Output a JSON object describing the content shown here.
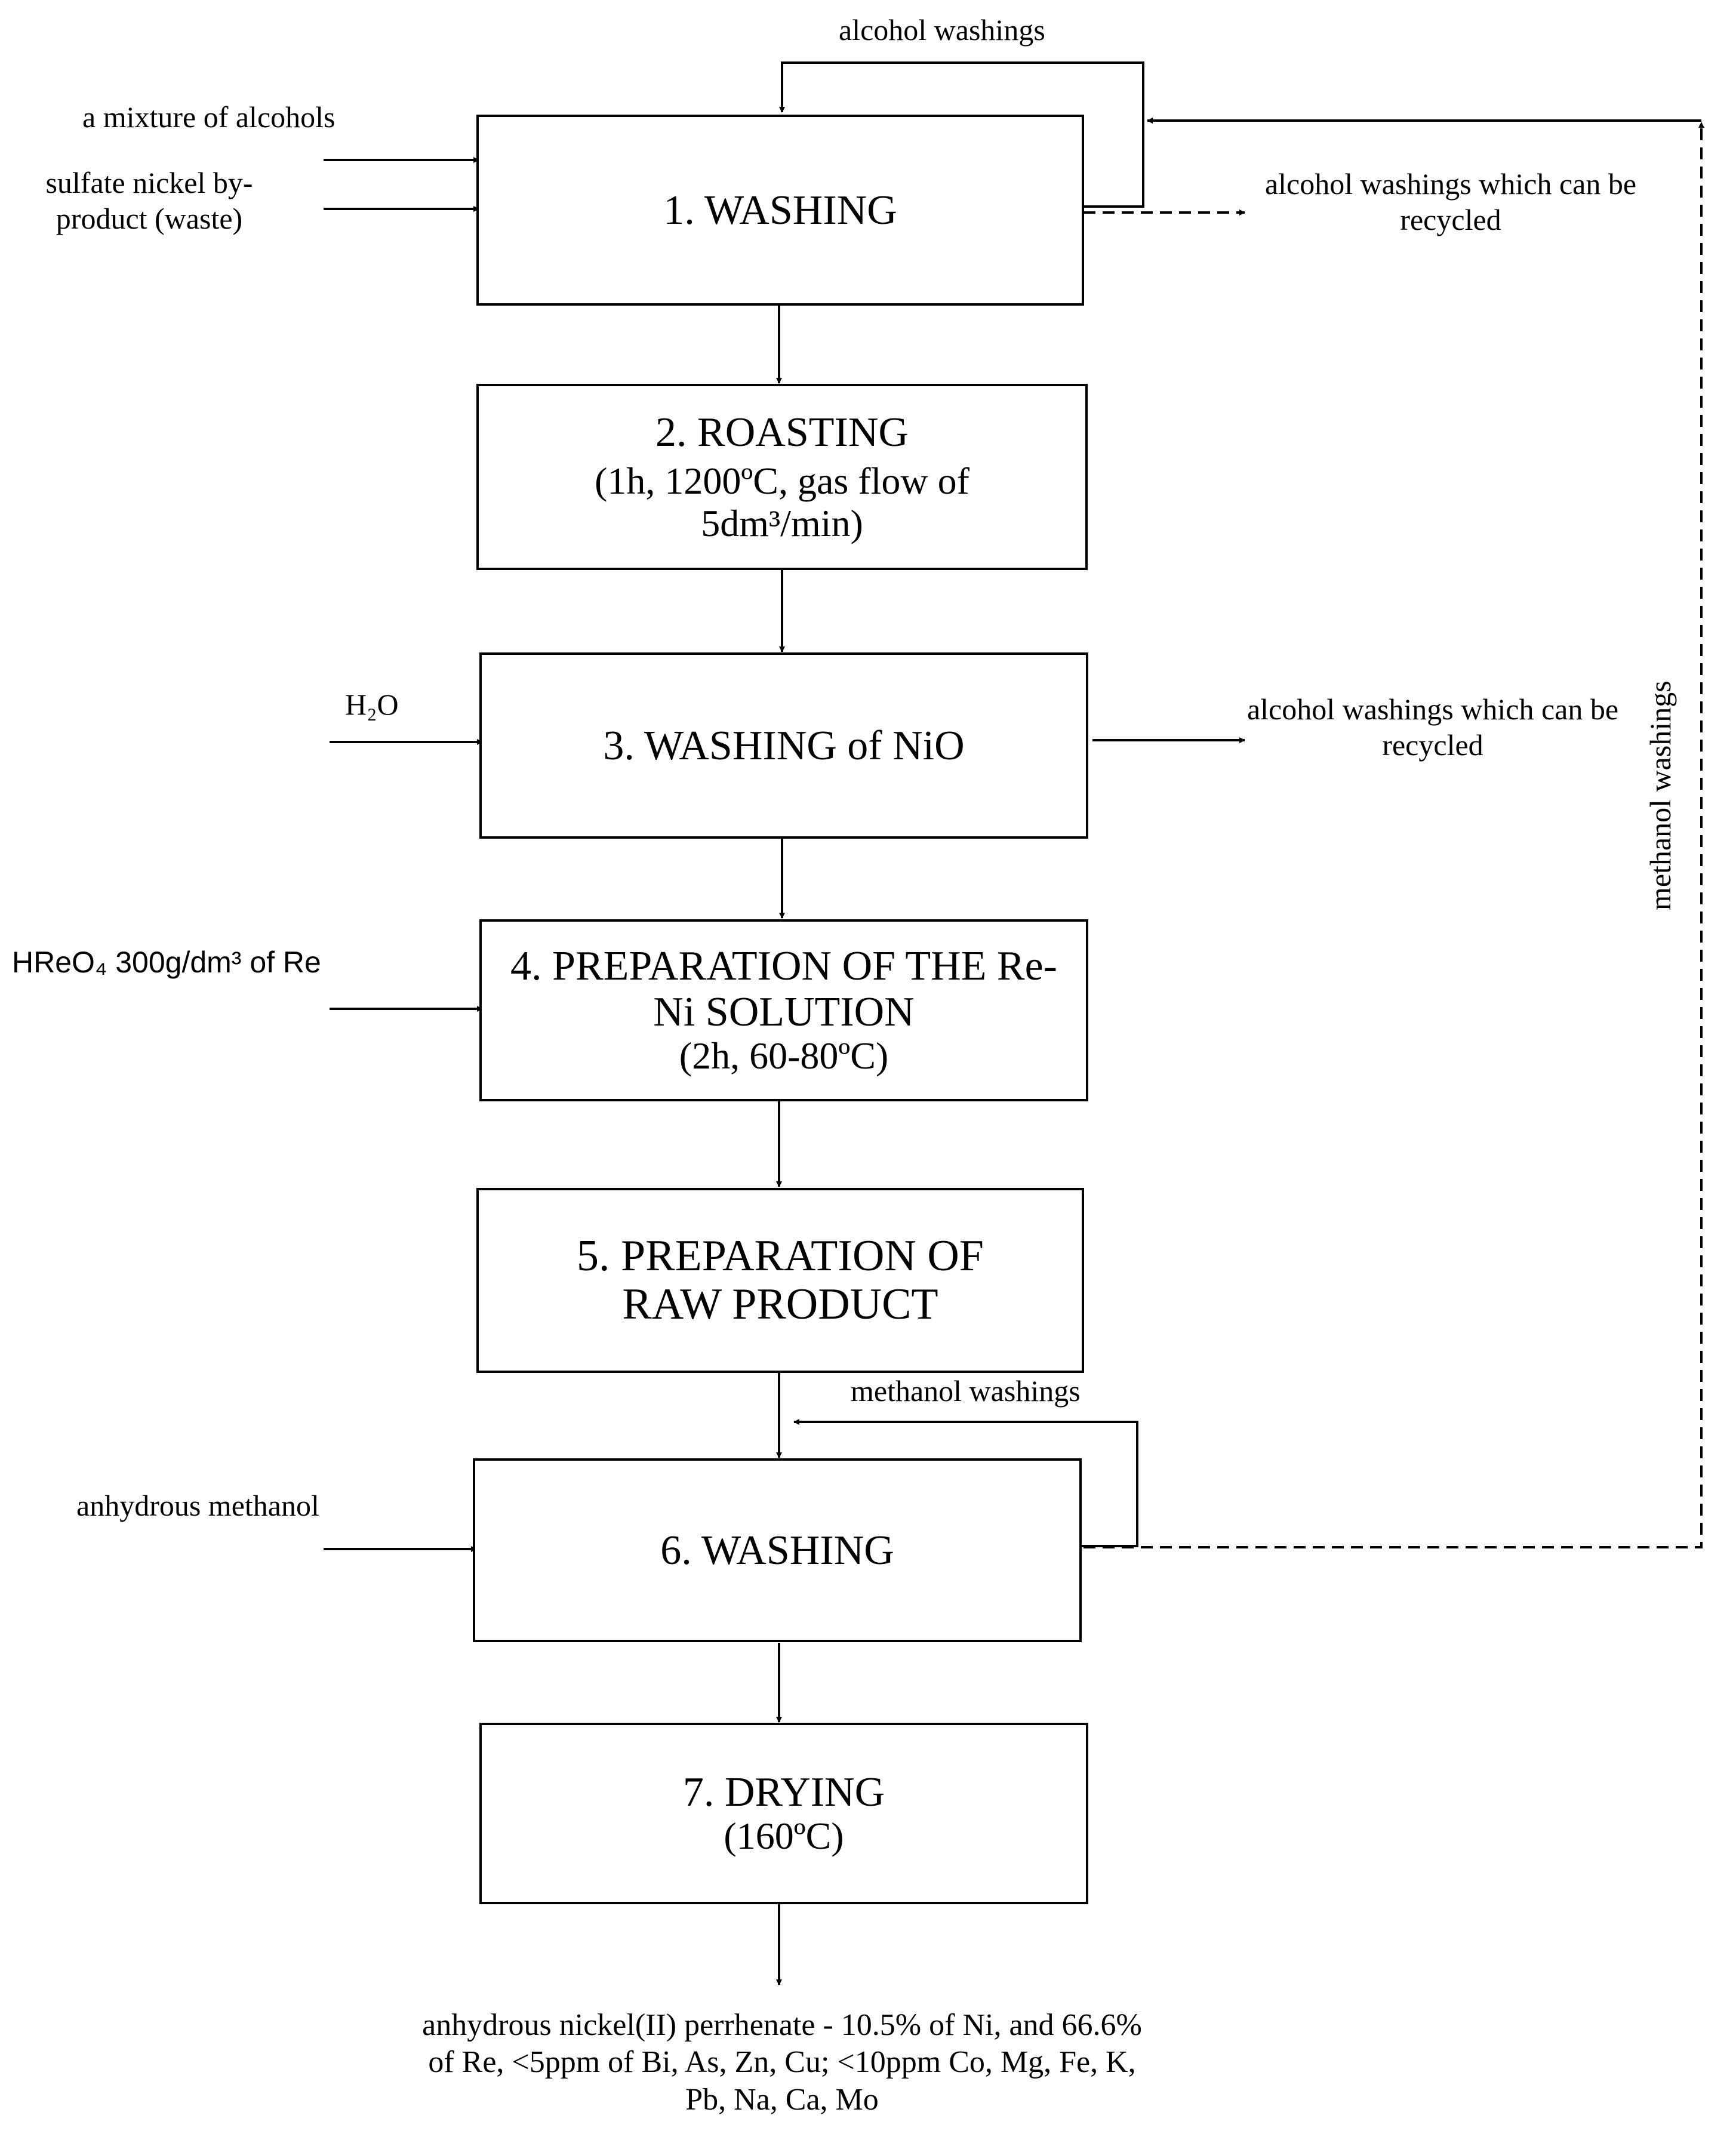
{
  "steps": [
    {
      "id": "washing-1",
      "title": "1. WASHING",
      "subtitle": ""
    },
    {
      "id": "roasting",
      "title": "2. ROASTING",
      "subtitle": "(1h, 1200ºC, gas flow of 5dm³/min)"
    },
    {
      "id": "washing-nio",
      "title": "3. WASHING of NiO",
      "subtitle": ""
    },
    {
      "id": "preparation-solution",
      "title": "4. PREPARATION OF THE Re-Ni SOLUTION",
      "subtitle": "(2h, 60-80ºC)"
    },
    {
      "id": "preparation-raw",
      "title": "5. PREPARATION OF RAW PRODUCT",
      "subtitle": ""
    },
    {
      "id": "washing-6",
      "title": "6. WASHING",
      "subtitle": ""
    },
    {
      "id": "drying",
      "title": "7. DRYING",
      "subtitle": "(160ºC)"
    }
  ],
  "inputs": {
    "alcohols": "a mixture of alcohols",
    "sulfate": "sulfate nickel by-product (waste)",
    "water": "H₂O",
    "hreo4": "HReO₄ 300g/dm³ of Re",
    "methanol": "anhydrous methanol"
  },
  "outputs": {
    "recycle_1": "alcohol washings which can be recycled",
    "recycle_3": "alcohol washings which can be recycled",
    "final_product": "anhydrous nickel(II) perrhenate - 10.5% of Ni, and 66.6% of Re, <5ppm of Bi, As, Zn, Cu; <10ppm Co, Mg, Fe, K, Pb, Na, Ca, Mo"
  },
  "loops": {
    "alcohol_washings": "alcohol washings",
    "methanol_washings_loop": "methanol washings",
    "methanol_washings_return": "methanol washings"
  }
}
